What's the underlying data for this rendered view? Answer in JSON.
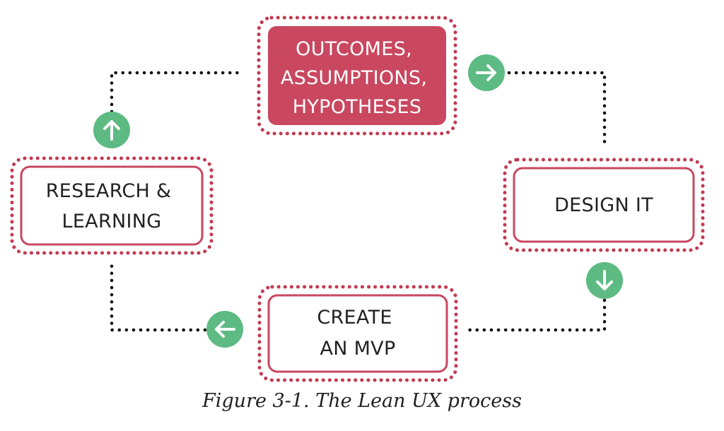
{
  "nodes": {
    "outcomes": {
      "lines": [
        "OUTCOMES,",
        "ASSUMPTIONS,",
        "HYPOTHESES"
      ]
    },
    "design": {
      "lines": [
        "DESIGN IT"
      ]
    },
    "mvp": {
      "lines": [
        "CREATE",
        "AN MVP"
      ]
    },
    "research": {
      "lines": [
        "RESEARCH &",
        "LEARNING"
      ]
    }
  },
  "arrows": {
    "to_design": "arrow-right-icon",
    "to_mvp": "arrow-down-icon",
    "to_research": "arrow-left-icon",
    "to_outcomes": "arrow-up-icon"
  },
  "caption": "Figure 3-1. The Lean UX process",
  "colors": {
    "accent_red": "#c9475f",
    "dot_border": "#c23a52",
    "connector": "#111111",
    "arrow_green": "#5dba83",
    "text_dark": "#222222",
    "text_light": "#ffffff"
  }
}
